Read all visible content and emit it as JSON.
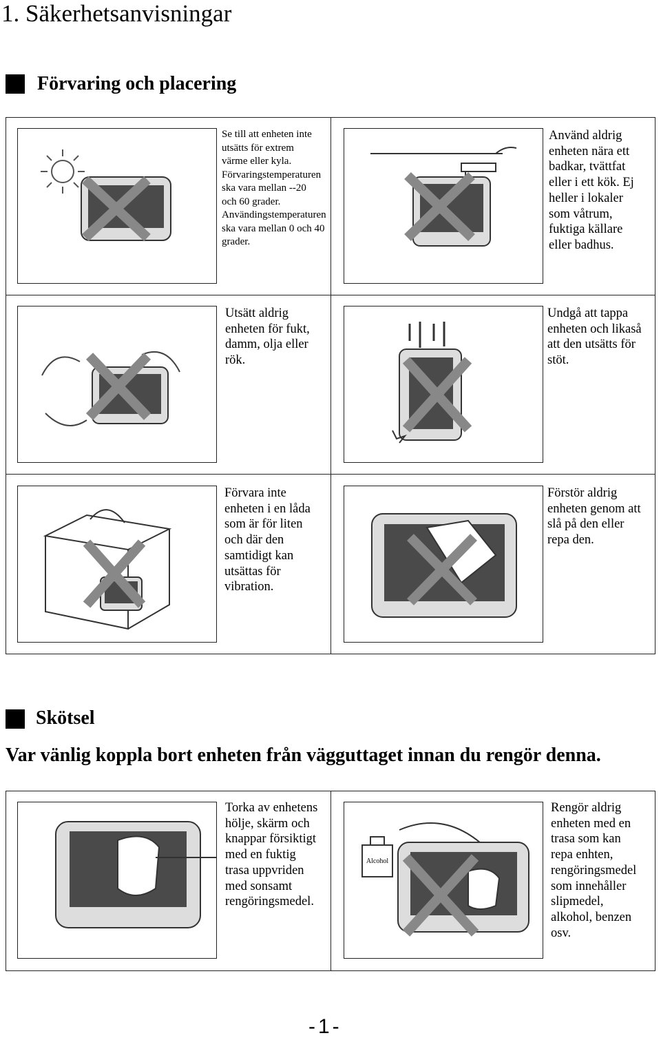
{
  "page_title": "1. Säkerhetsanvisningar",
  "section_storage": {
    "heading": "Förvaring och placering",
    "cells": [
      {
        "text": "Se till att enheten inte\nutsätts för extrem\nvärme eller kyla.\nFörvaringstemperaturen\nska vara mellan --20\noch 60 grader.\nAnvändingstemperaturen\nska vara mellan 0 och 40\ngrader."
      },
      {
        "text": "Använd aldrig\nenheten nära ett\nbadkar, tvättfat\neller i ett kök. Ej\nheller i lokaler\nsom våtrum,\nfuktiga källare\neller badhus."
      },
      {
        "text": "Utsätt aldrig\nenheten för fukt,\ndamm, olja eller\nrök."
      },
      {
        "text": "Undgå att tappa\nenheten och likaså\natt den utsätts för\nstöt."
      },
      {
        "text": "Förvara inte\nenheten i en låda\nsom är för liten\noch där den\nsamtidigt kan\nutsättas för\nvibration."
      },
      {
        "text": "Förstör aldrig\nenheten genom att\nslå på den eller\nrepa den."
      }
    ]
  },
  "section_care": {
    "heading": "Skötsel",
    "warning": "Var vänlig koppla bort enheten från vägguttaget innan du rengör denna.",
    "cells": [
      {
        "text": "Torka av enhetens\nhölje, skärm och\nknappar försiktigt\nmed en fuktig\ntrasa uppvriden\nmed sonsamt\nrengöringsmedel."
      },
      {
        "text": "Rengör aldrig\nenheten med en\ntrasa som kan\nrepa enhten,\nrengöringsmedel\nsom innehåller\nslipmedel,\nalkohol, benzen\nosv."
      }
    ],
    "alcohol_label": "Alcohol"
  },
  "footer": {
    "page_number": "-1-"
  }
}
